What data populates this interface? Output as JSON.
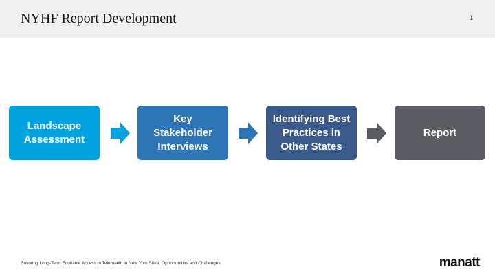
{
  "header": {
    "title": "NYHF Report Development",
    "page_number": "1"
  },
  "flow": {
    "steps": [
      {
        "label": "Landscape\nAssessment",
        "color": "#00a3e0"
      },
      {
        "label": "Key\nStakeholder\nInterviews",
        "color": "#2e75b6"
      },
      {
        "label": "Identifying Best\nPractices in\nOther States",
        "color": "#3a5a8c"
      },
      {
        "label": "Report",
        "color": "#595c61"
      }
    ],
    "arrows": [
      {
        "color": "#00a3e0",
        "icon": "right-arrow-icon"
      },
      {
        "color": "#2e75b6",
        "icon": "right-arrow-icon"
      },
      {
        "color": "#595c61",
        "icon": "right-arrow-icon"
      }
    ]
  },
  "footer": {
    "text": "Ensuring Long-Term Equitable Access to Telehealth in New York State, Opportunities and Challenges",
    "logo": "manatt"
  }
}
